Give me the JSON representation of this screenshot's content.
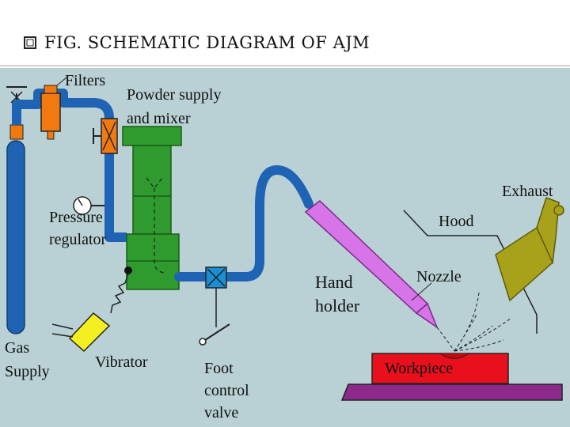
{
  "slide": {
    "title": "FIG. SCHEMATIC DIAGRAM OF AJM"
  },
  "diagram": {
    "labels": {
      "filters": "Filters",
      "powder_supply": "Powder supply",
      "and_mixer": "and mixer",
      "pressure": "Pressure",
      "regulator": "regulator",
      "gas": "Gas",
      "supply": "Supply",
      "vibrator": "Vibrator",
      "foot": "Foot",
      "control": "control",
      "valve": "valve",
      "hand": "Hand",
      "holder": "holder",
      "nozzle": "Nozzle",
      "hood": "Hood",
      "exhaust": "Exhaust",
      "workpiece": "Workpiece"
    },
    "colors": {
      "background": "#b9d1d4",
      "pipe": "#1f63b4",
      "mixer": "#2f9b2f",
      "filter": "#f07a10",
      "nozzle": "#d774e8",
      "exhaust": "#a8a21a",
      "workpiece": "#e8101c",
      "base": "#8b2a8b",
      "vibrator": "#f4ef20",
      "valve": "#1a8fd6"
    }
  }
}
